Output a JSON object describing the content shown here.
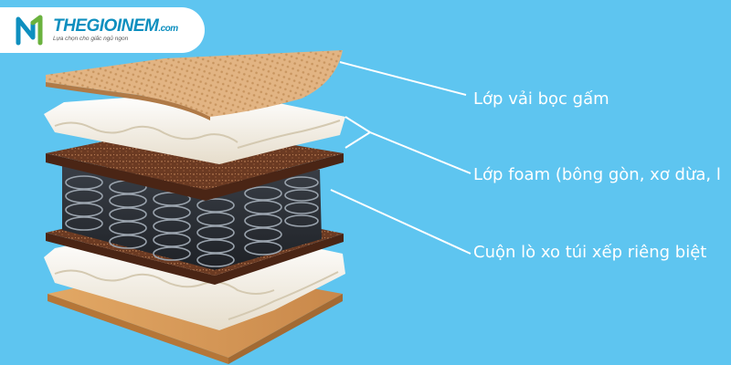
{
  "brand": {
    "name": "THEGIOINEM",
    "domain_suffix": ".com",
    "tagline": "Lựa chọn cho giấc ngủ ngon"
  },
  "colors": {
    "background": "#5ec5f0",
    "leader_line": "#ffffff",
    "label_text": "#ffffff",
    "brand_blue": "#0e8fbf",
    "brand_green": "#6ab23e"
  },
  "labels": [
    {
      "id": "fabric",
      "text": "Lớp vải bọc gấm"
    },
    {
      "id": "foam",
      "text": "Lớp foam (bông gòn, xơ dừa, l"
    },
    {
      "id": "springs",
      "text": "Cuộn lò xo túi xếp riêng biệt"
    }
  ],
  "layers": [
    {
      "id": "fabric-cover",
      "icon": "quilted-fabric",
      "color": "#e5b98a"
    },
    {
      "id": "foam-top",
      "icon": "white-foam",
      "color": "#f6f1e6"
    },
    {
      "id": "coir-top",
      "icon": "coconut-fiber",
      "color": "#6b3a22"
    },
    {
      "id": "pocket-springs",
      "icon": "coil-springs",
      "color": "#2b2f36"
    },
    {
      "id": "coir-bottom",
      "icon": "coconut-fiber",
      "color": "#6b3a22"
    },
    {
      "id": "foam-bottom",
      "icon": "white-foam",
      "color": "#f6f1e6"
    },
    {
      "id": "base-board",
      "icon": "wood-base",
      "color": "#d89c5a"
    }
  ]
}
